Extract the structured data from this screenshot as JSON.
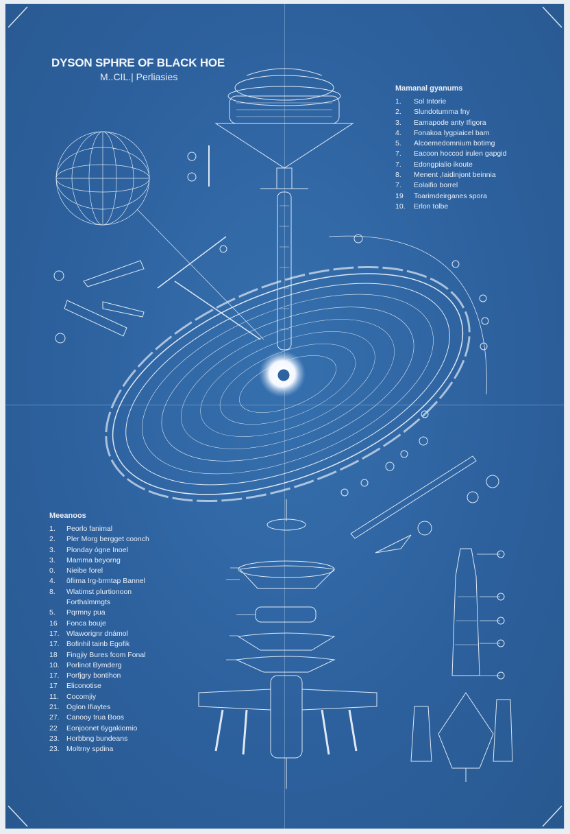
{
  "title": "DYSON SPHRE OF BLACK HOE",
  "subtitle": "M..CIL.| Perliasies",
  "colors": {
    "paper": "#2e62a0",
    "ink": "#e8eef7"
  },
  "right_legend": {
    "heading": "Mamanal gyanums",
    "items": [
      {
        "n": "1.",
        "t": "Sol Intorie"
      },
      {
        "n": "2.",
        "t": "Slundotumma fny"
      },
      {
        "n": "3.",
        "t": "Eamapode anty Ifigora"
      },
      {
        "n": "4.",
        "t": "Fonakoa lygpiaicel bam"
      },
      {
        "n": "5.",
        "t": "Alcoemedomnium botimg"
      },
      {
        "n": "7.",
        "t": "Eacoon hoccod irulen gapgid"
      },
      {
        "n": "7.",
        "t": "Edongpialio ikoute"
      },
      {
        "n": "8.",
        "t": "Menent ,Iaidinjont beinnia"
      },
      {
        "n": "7.",
        "t": "Eolaifio borrel"
      },
      {
        "n": "19",
        "t": "Toarimdeirganes spora"
      },
      {
        "n": "10.",
        "t": "Erlon tolbe"
      }
    ]
  },
  "left_legend": {
    "heading": "Meeanoos",
    "items": [
      {
        "n": "1.",
        "t": "Peorlo fanimal"
      },
      {
        "n": "2.",
        "t": "Pler Morg bergget coonch"
      },
      {
        "n": "3.",
        "t": "Plonday ógne Inoel"
      },
      {
        "n": "3.",
        "t": "Mamma beyorng"
      },
      {
        "n": "0.",
        "t": "Nieibe forel"
      },
      {
        "n": "4.",
        "t": "ôfiima Irg-brmtap Bannel"
      },
      {
        "n": "8.",
        "t": "Wlatimst plurtionoon Forthalmmgts"
      },
      {
        "n": "5.",
        "t": "Pqrmny pua"
      },
      {
        "n": "16",
        "t": "Fonca bouje"
      },
      {
        "n": "17.",
        "t": "Wlaworignr dnámol"
      },
      {
        "n": "17.",
        "t": "Bofinhil tainb Egofik"
      },
      {
        "n": "18",
        "t": "Fingjiy Bures fcom Fonal"
      },
      {
        "n": "10.",
        "t": "Porlinot Bymderg"
      },
      {
        "n": "17.",
        "t": "Porfjgry bontihon"
      },
      {
        "n": "17",
        "t": "Eliconotise"
      },
      {
        "n": "11.",
        "t": "Cocomjiy"
      },
      {
        "n": "21.",
        "t": "Oglon Ifiaytes"
      },
      {
        "n": "27.",
        "t": "Canooy trua Boos"
      },
      {
        "n": "22",
        "t": "Eonjoonet 6ygakiomio"
      },
      {
        "n": "23.",
        "t": "Horbbng bundeans"
      },
      {
        "n": "23.",
        "t": "Moltrny spdina"
      }
    ]
  }
}
